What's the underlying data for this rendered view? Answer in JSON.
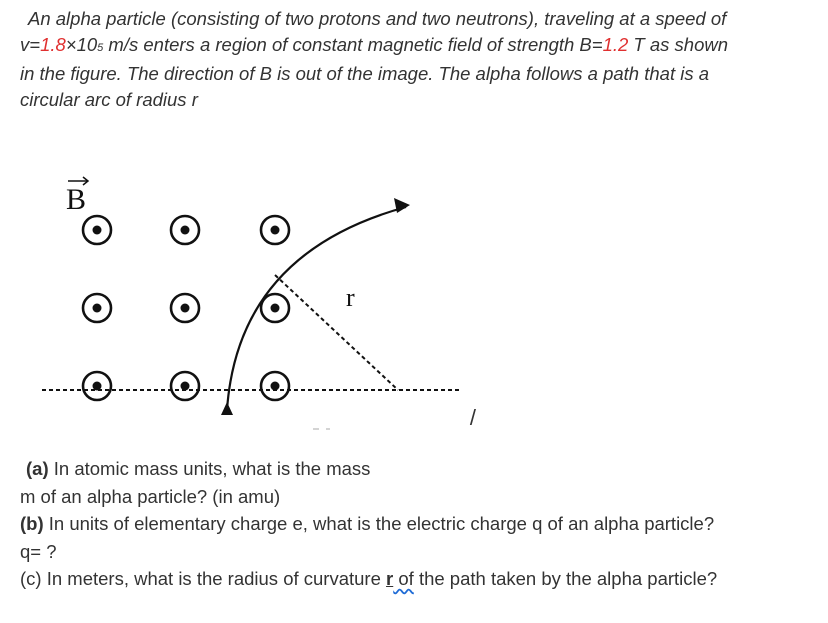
{
  "intro": {
    "line1": "An alpha particle (consisting of two protons and two neutrons), traveling at a speed of",
    "v_prefix": "v=",
    "v_coef": "1.8",
    "v_times": "×10",
    "v_exp": "5",
    "v_unit": " m/s",
    "v_mid": "  enters a region of constant magnetic field of strength B=",
    "b_value": "1.2",
    "b_suffix": " T as shown",
    "line3": "in the figure. The direction of B is out of the image. The alpha follows a path that is a",
    "line4": "circular arc of radius r"
  },
  "figure": {
    "b_label": "B",
    "r_label": "r",
    "mark": "/"
  },
  "questions": {
    "a_tag": "(a)",
    "a_text1": " In atomic mass units, what is the mass",
    "a_text2": "m of an alpha particle? (in amu)",
    "b_tag": "(b)",
    "b_text1": " In units of elementary charge e, what is the electric charge q of an alpha particle?",
    "b_text2": "q= ?",
    "c_pre": "(c) In meters, what is the radius of curvature ",
    "c_r": "r",
    "c_of": " of",
    "c_post": " the path taken by the alpha particle?"
  },
  "colors": {
    "text": "#333333",
    "highlight": "#e03030",
    "spell_underline": "#1e6bd6"
  }
}
